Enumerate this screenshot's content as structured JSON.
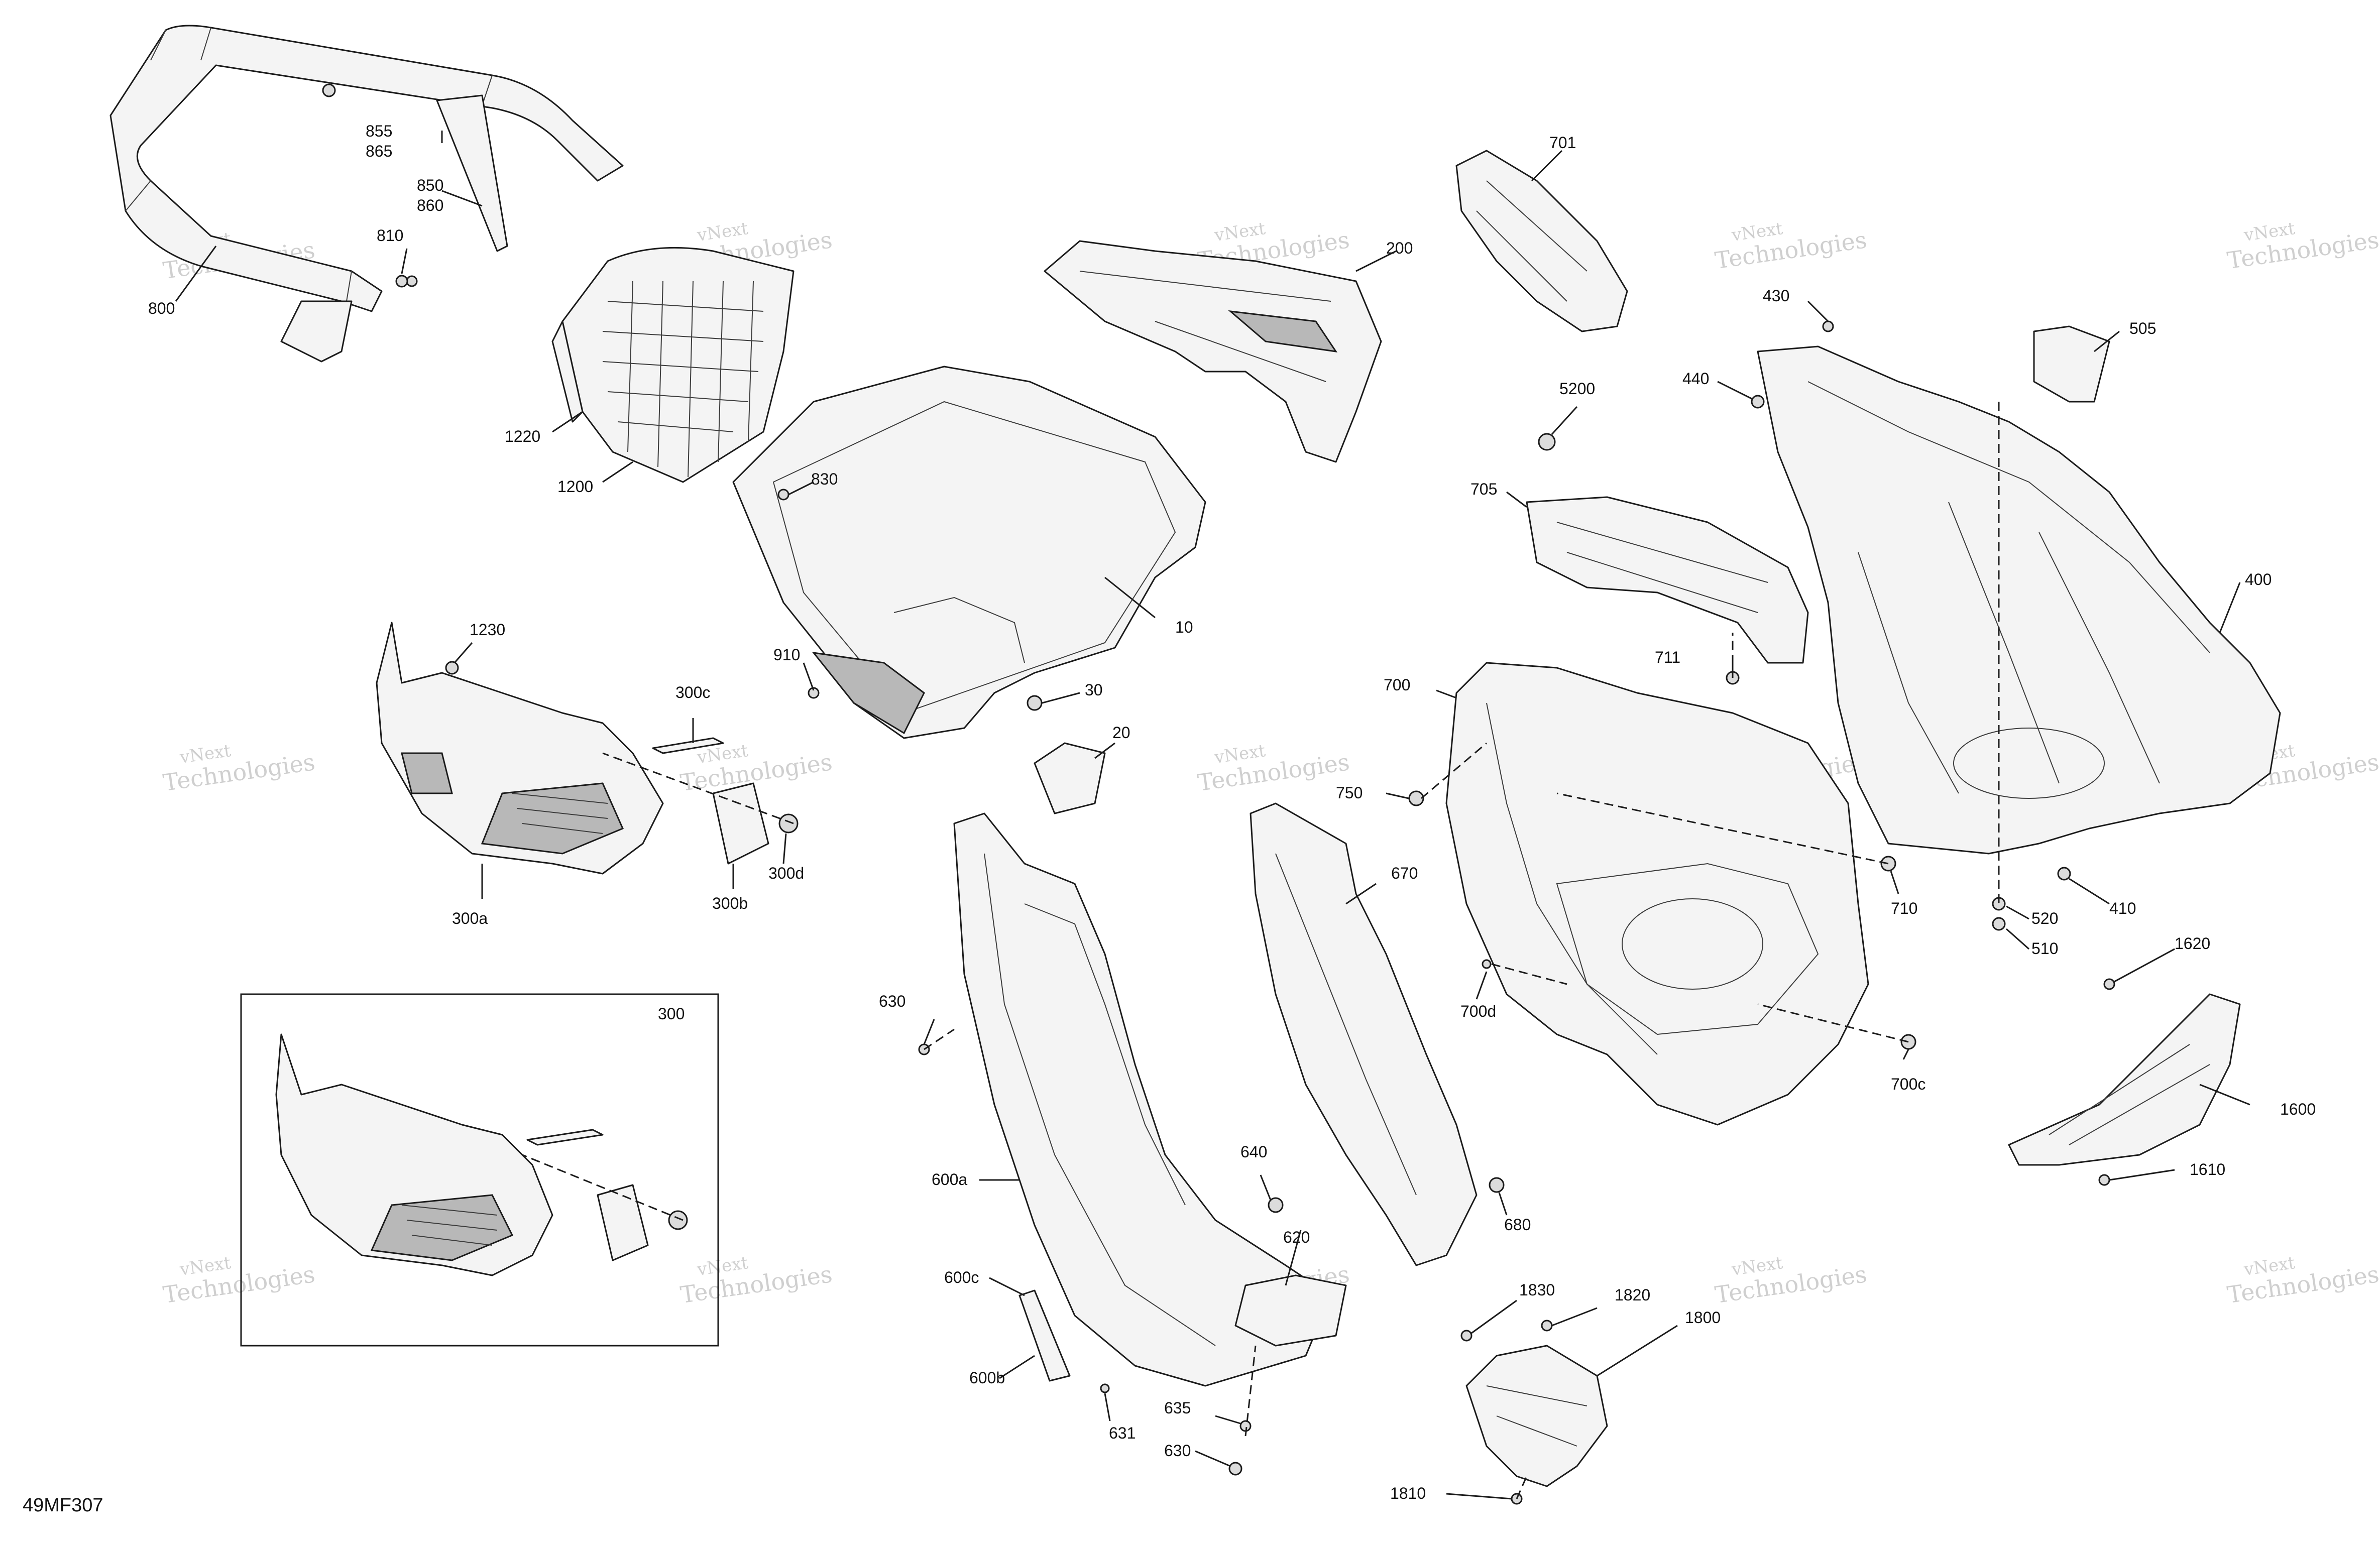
{
  "figure_id": "49MF307",
  "watermark": {
    "line1": "vNext",
    "line2": "Technologies"
  },
  "inset_label": "300",
  "callouts": {
    "c800": "800",
    "c810": "810",
    "c850": "850",
    "c860": "860",
    "c855": "855",
    "c865": "865",
    "c1220": "1220",
    "c1200": "1200",
    "c830": "830",
    "c10": "10",
    "c910": "910",
    "c30": "30",
    "c200": "200",
    "c20": "20",
    "c1230": "1230",
    "c300c": "300c",
    "c300a": "300a",
    "c300b": "300b",
    "c300d": "300d",
    "c701": "701",
    "c5200": "5200",
    "c705": "705",
    "c711": "711",
    "c700": "700",
    "c750": "750",
    "c710": "710",
    "c700d": "700d",
    "c700c": "700c",
    "c670": "670",
    "c680": "680",
    "c630": "630",
    "c640": "640",
    "c620": "620",
    "c600a": "600a",
    "c600c": "600c",
    "c600b": "600b",
    "c631": "631",
    "c635": "635",
    "c630b": "630",
    "c430": "430",
    "c440": "440",
    "c505": "505",
    "c400": "400",
    "c410": "410",
    "c520": "520",
    "c510": "510",
    "c1620": "1620",
    "c1600": "1600",
    "c1610": "1610",
    "c1830": "1830",
    "c1820": "1820",
    "c1800": "1800",
    "c1810": "1810"
  }
}
